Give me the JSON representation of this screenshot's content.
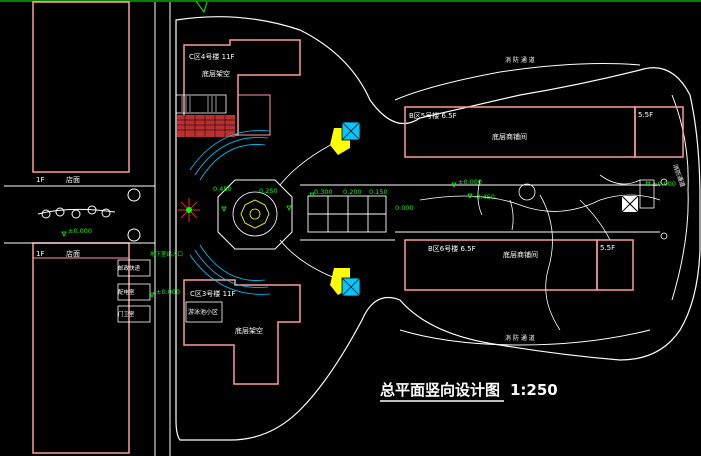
{
  "title": "总平面竖向设计图",
  "scale": "1:250",
  "buildings": {
    "tl_name": "C区4号楼 11F",
    "tl_sub": "底层架空",
    "bl_name": "C区3号楼 11F",
    "bl_sub": "底层架空",
    "bl_box": "游泳池小区",
    "tr_name": "B区5号楼 6.5F",
    "tr_sub": "底层商铺间",
    "tr_tag": "5.5F",
    "br_name": "B区6号楼 6.5F",
    "br_sub": "底层商铺间",
    "br_tag": "5.5F"
  },
  "left": {
    "shop_top_1f": "1F",
    "shop_top_name": "店面",
    "shop_bot_1f": "1F",
    "shop_bot_name": "店面",
    "elev_main": "±0.000",
    "underground": "地下室出入口",
    "notes": [
      "邮政快递",
      "配电室",
      "门卫室"
    ]
  },
  "roads": {
    "top": "消 防 通 道",
    "bottom": "消 防 通 道",
    "right": "消防通道"
  },
  "elevations": {
    "plaza_a": "0.450",
    "plaza_b": "0.250",
    "e1": "0.300",
    "e2": "0.200",
    "e3": "0.150",
    "e4": "0.000",
    "e5": "±0.000",
    "e6": "-0.450",
    "e7": "±0.000",
    "e8": "±0.000"
  },
  "colors": {
    "bg": "#000000",
    "building": "#ff9a9a",
    "line": "#ffffff",
    "green": "#00ff00",
    "cyan": "#00c8ff",
    "yellow": "#ffff00",
    "red": "#ff2020"
  }
}
